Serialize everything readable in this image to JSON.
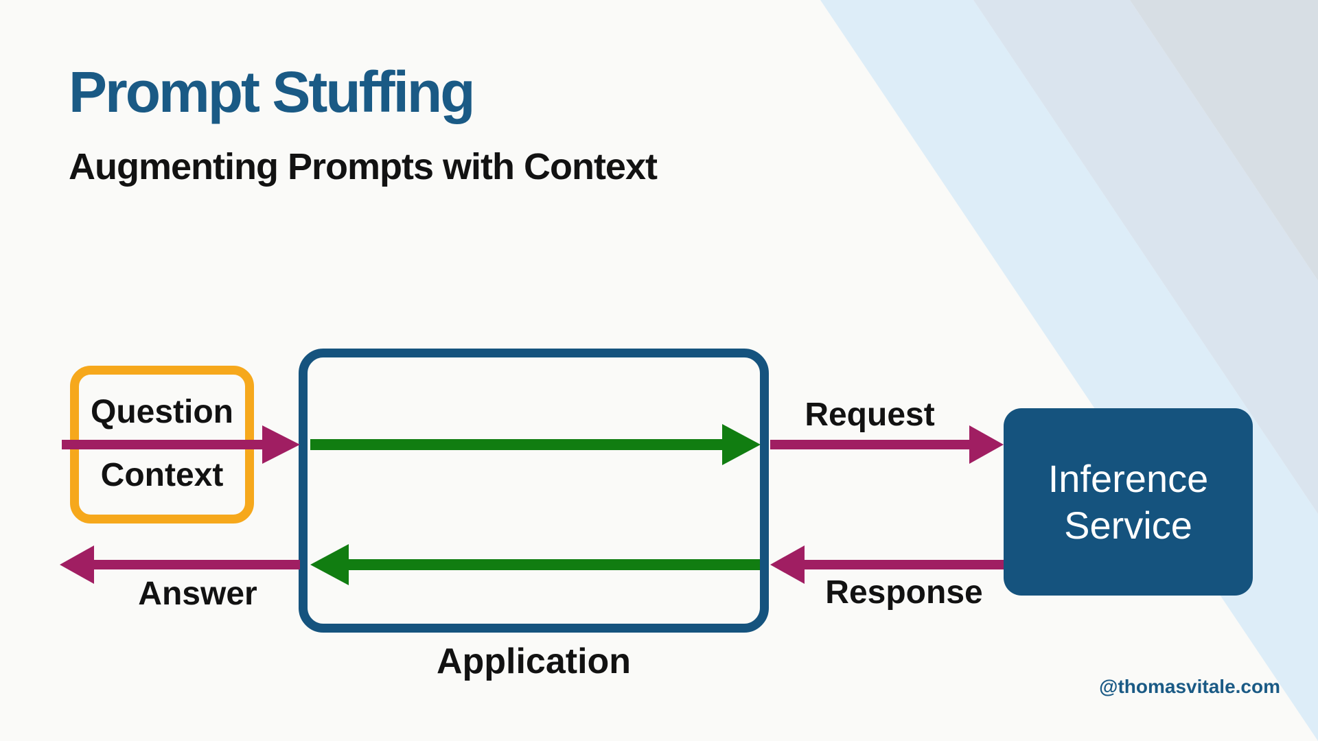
{
  "slide": {
    "title": "Prompt Stuffing",
    "subtitle": "Augmenting Prompts with Context",
    "watermark": "@thomasvitale.com"
  },
  "diagram": {
    "input_box": {
      "line1": "Question",
      "line2": "Context"
    },
    "application": {
      "label": "Application"
    },
    "inference": {
      "line1": "Inference",
      "line2": "Service"
    },
    "arrows": {
      "request_label": "Request",
      "response_label": "Response",
      "answer_label": "Answer"
    }
  },
  "colors": {
    "title_blue": "#1A5A85",
    "box_blue": "#15537E",
    "magenta": "#A01E62",
    "green": "#117D11",
    "yellow": "#F6A81C",
    "bg": "#FAFAF8",
    "stripe1": "#DDEDF8",
    "stripe2": "#DAE4EE",
    "stripe3": "#D7DEE4",
    "text_black": "#121212",
    "white": "#FFFFFF"
  }
}
